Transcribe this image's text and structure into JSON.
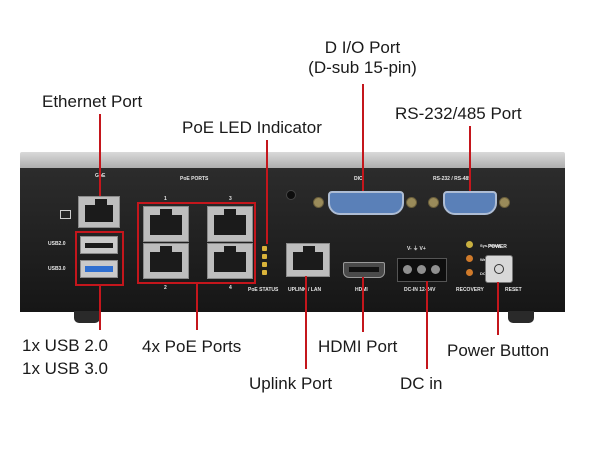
{
  "callouts": {
    "ethernet_port": "Ethernet Port",
    "poe_led_indicator": "PoE LED Indicator",
    "dio_port_line1": "D I/O Port",
    "dio_port_line2": "(D-sub 15-pin)",
    "rs232_port": "RS-232/485 Port",
    "usb_line1": "1x USB 2.0",
    "usb_line2": "1x USB 3.0",
    "poe_ports": "4x PoE Ports",
    "uplink_port": "Uplink Port",
    "hdmi_port": "HDMI Port",
    "dc_in": "DC in",
    "power_button": "Power Button"
  },
  "panel": {
    "gbe": "GbE",
    "poe_ports": "PoE PORTS",
    "port1": "1",
    "port2": "2",
    "port3": "3",
    "port4": "4",
    "dio": "DIO",
    "rs232_485": "RS-232 / RS-485",
    "usb2": "USB2.0",
    "usb3": "USB3.0",
    "poe_status": "PoE STATUS",
    "uplink_lan": "UPLINK / LAN",
    "hdmi": "HDMI",
    "dc_in": "DC-IN 12-24V",
    "dc_pins": "V-  ⏚  V+",
    "recovery": "RECOVERY",
    "power": "POWER",
    "reset": "RESET",
    "sys_ready": "Sys. Ready",
    "watchdog": "Watchdog",
    "dc_on": "DC ON"
  },
  "colors": {
    "callout_line": "#c4161c",
    "chassis": "#1e1e1e",
    "dsub_blue": "#5a80b8",
    "usb3_blue": "#2f6fd0"
  }
}
